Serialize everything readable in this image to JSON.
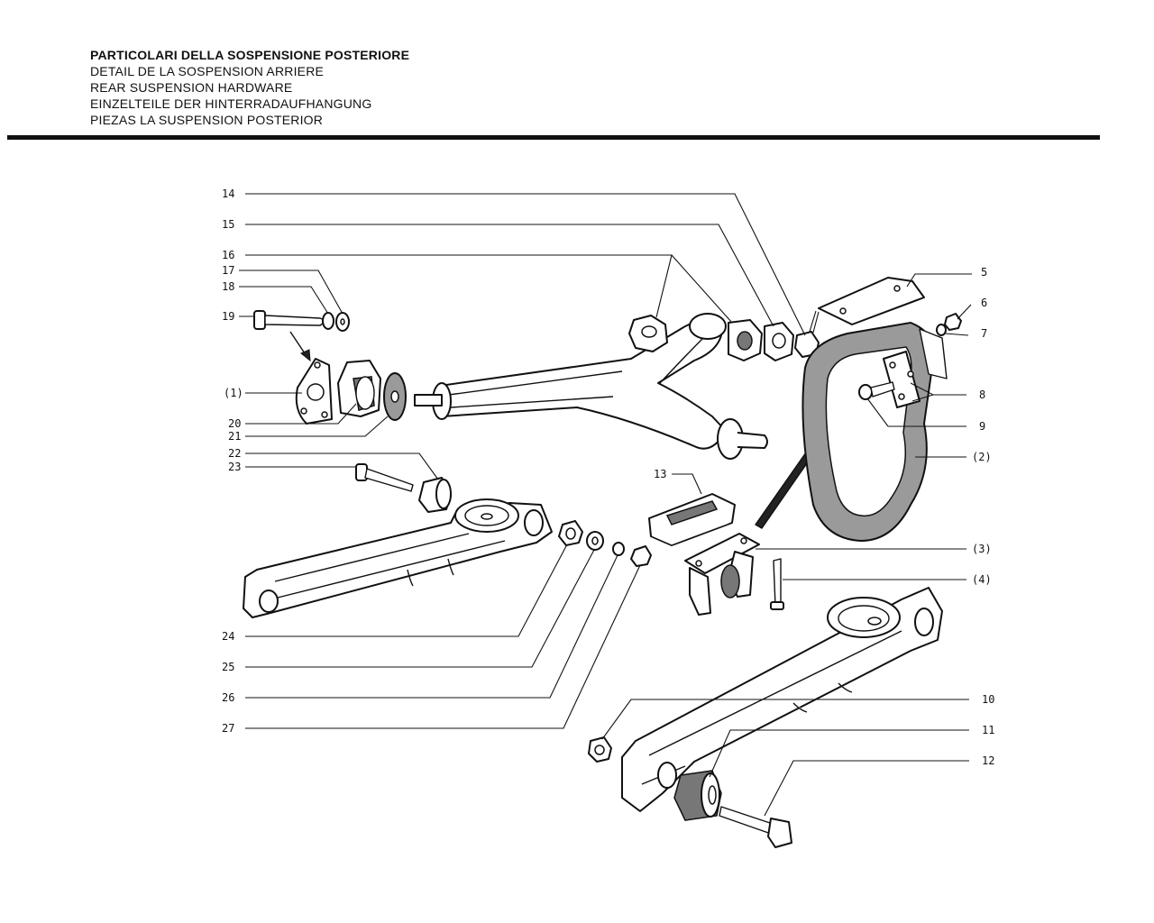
{
  "header": {
    "lines": [
      "PARTICOLARI DELLA SOSPENSIONE POSTERIORE",
      "DETAIL DE LA SOSPENSION ARRIERE",
      "REAR SUSPENSION HARDWARE",
      "EINZELTEILE DER HINTERRADAUFHANGUNG",
      "PIEZAS LA SUSPENSION POSTERIOR"
    ]
  },
  "callouts": {
    "c14": "14",
    "c15": "15",
    "c16": "16",
    "c17": "17",
    "c18": "18",
    "c19": "19",
    "c1": "(1)",
    "c20": "20",
    "c21": "21",
    "c22": "22",
    "c23": "23",
    "c24": "24",
    "c25": "25",
    "c26": "26",
    "c27": "27",
    "c5": "5",
    "c6": "6",
    "c7": "7",
    "c8": "8",
    "c9": "9",
    "c2": "(2)",
    "c13": "13",
    "c3": "(3)",
    "c4": "(4)",
    "c10": "10",
    "c11": "11",
    "c12": "12"
  }
}
